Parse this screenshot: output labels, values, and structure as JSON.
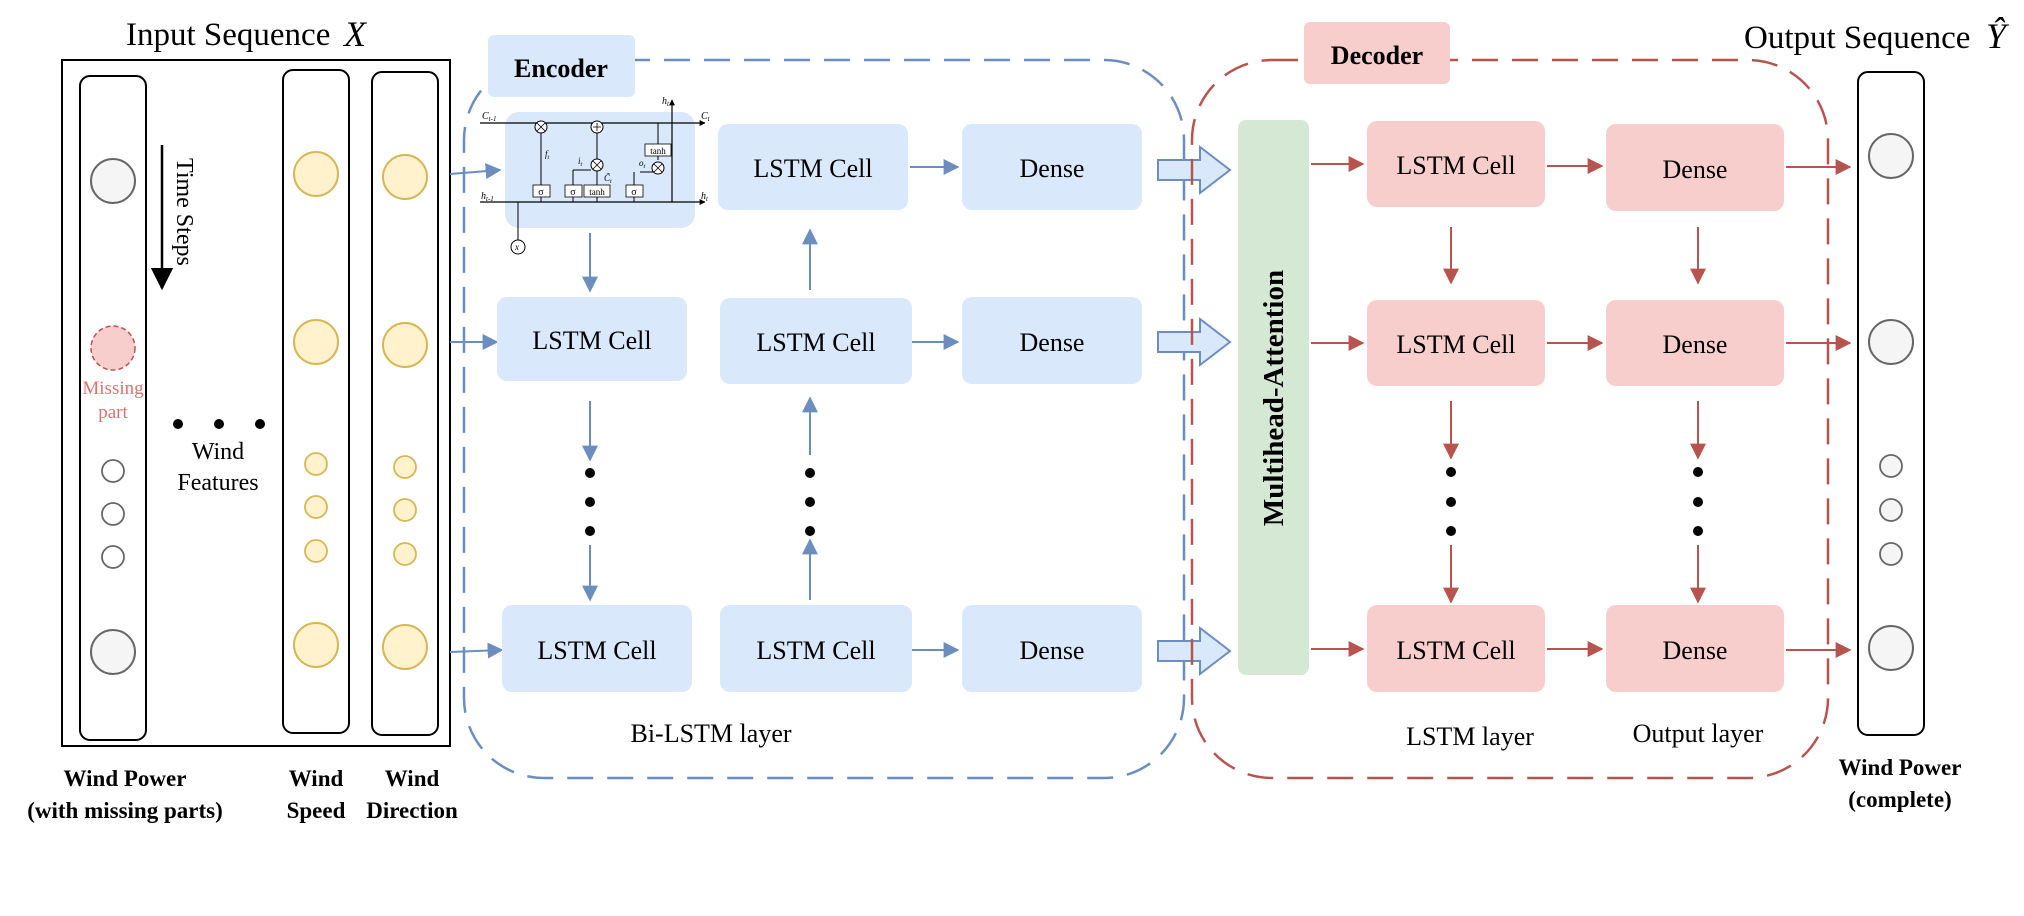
{
  "input": {
    "title": "Input Sequence",
    "title_symbol": "X",
    "time_steps": "Time Steps",
    "missing_label_1": "Missing",
    "missing_label_2": "part",
    "features_label_1": "Wind",
    "features_label_2": "Features",
    "col_power_1": "Wind Power",
    "col_power_2": "(with missing parts)",
    "col_speed_1": "Wind",
    "col_speed_2": "Speed",
    "col_dir_1": "Wind",
    "col_dir_2": "Direction"
  },
  "encoder": {
    "title": "Encoder",
    "layer_label": "Bi-LSTM layer",
    "lstm_label": "LSTM Cell",
    "dense_label": "Dense"
  },
  "decoder": {
    "title": "Decoder",
    "attention_label": "Multihead-Attention",
    "lstm_label": "LSTM Cell",
    "dense_label": "Dense",
    "lstm_layer_label": "LSTM layer",
    "output_layer_label": "Output layer"
  },
  "lstm_detail": {
    "c_prev": "C",
    "c_prev_sub": "t-1",
    "c_next": "C",
    "c_next_sub": "t",
    "h_prev": "h",
    "h_prev_sub": "t-1",
    "h_next": "h",
    "h_next_sub": "t",
    "x_in": "x",
    "x_sub": "t",
    "tanh": "tanh",
    "sigma": "σ",
    "f_gate": "f",
    "f_sub": "t",
    "i_gate": "i",
    "i_sub": "t",
    "o_gate": "o",
    "o_sub": "t",
    "c_tilde": "C̃",
    "c_tilde_sub": "t"
  },
  "output": {
    "title": "Output Sequence",
    "title_symbol": "Ŷ",
    "col_1": "Wind Power",
    "col_2": "(complete)"
  },
  "colors": {
    "encoder_fill": "#dae8fc",
    "encoder_border": "#6c8ebf",
    "decoder_fill": "#f8cecc",
    "decoder_border": "#b85450",
    "attention_fill": "#d5e8d4",
    "feature_circle_fill": "#fff2cc",
    "feature_circle_border": "#d6b656",
    "missing_fill": "#f8cecc",
    "missing_text": "#e07070",
    "power_circle_fill": "#f5f5f5",
    "power_circle_border": "#666666"
  }
}
